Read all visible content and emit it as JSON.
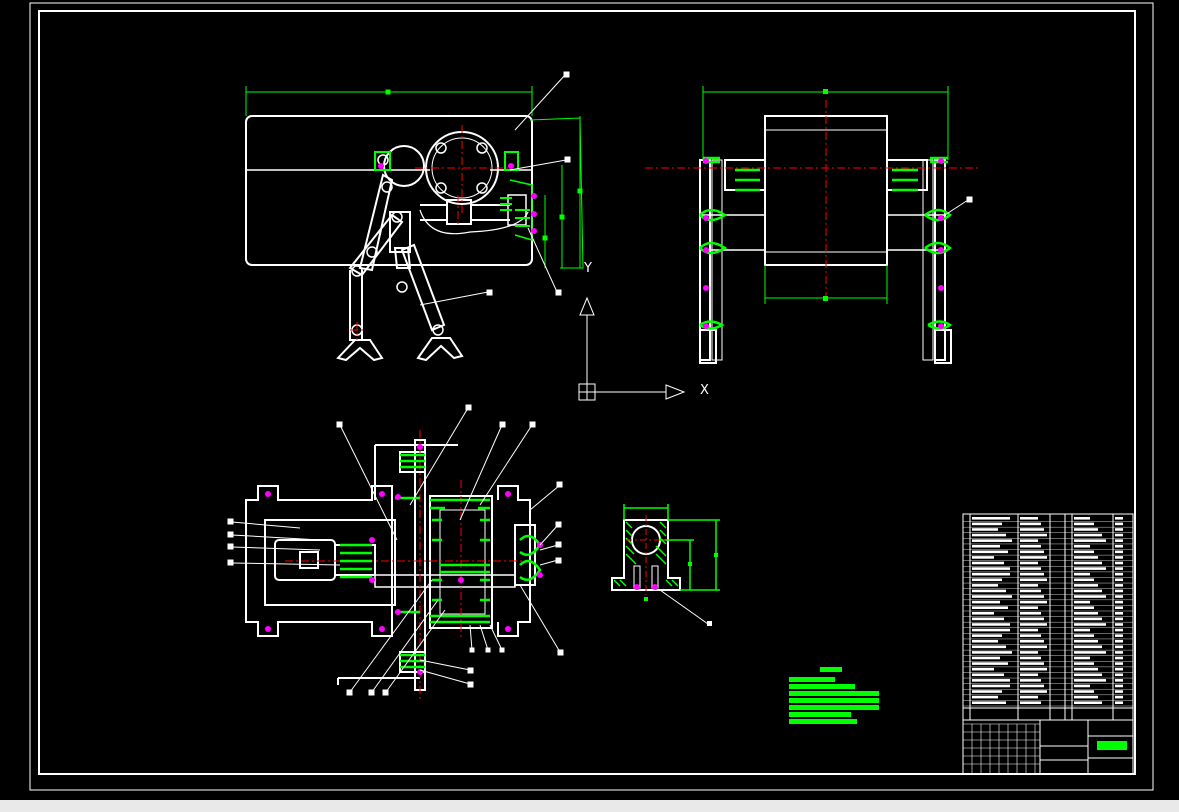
{
  "colors": {
    "background": "#000000",
    "outline": "#ffffff",
    "centerline": "#ff0000",
    "hatch": "#00ff00",
    "fastener": "#ff00ff",
    "dimension": "#00ff00",
    "status_strip": "#e9e9e9"
  },
  "ucs_icon": {
    "y_label": "Y",
    "x_label": "X"
  },
  "drawing": {
    "views": [
      "front-view",
      "side-view",
      "top-view",
      "bearing-block-detail"
    ],
    "title_block": {
      "parts_list_rows": 34,
      "columns": 4
    },
    "technical_requirements": {
      "lines": 6
    }
  }
}
